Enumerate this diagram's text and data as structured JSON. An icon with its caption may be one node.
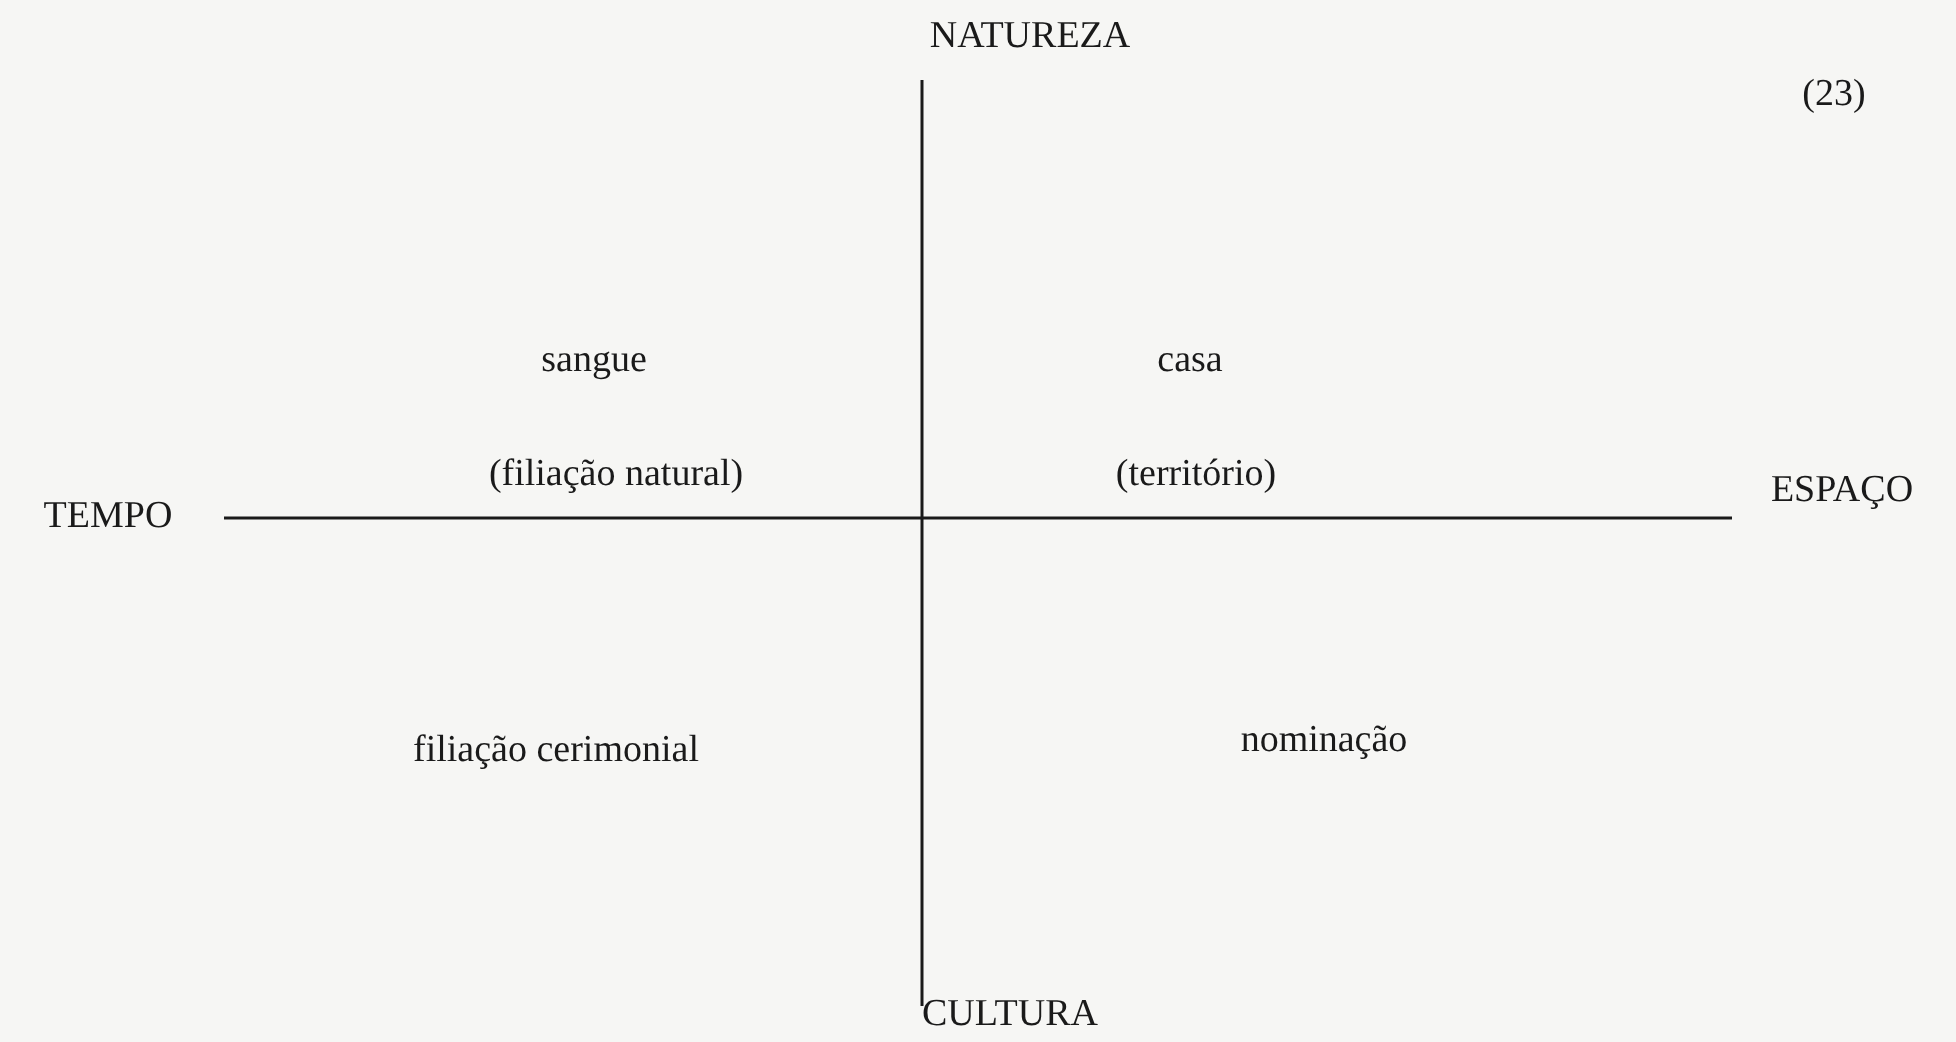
{
  "diagram": {
    "labels": [
      "NATUREZA",
      "(23)",
      "sangue",
      "casa",
      "(filiação natural)",
      "(território)",
      "TEMPO",
      "ESPAÇO",
      "filiação cerimonial",
      "nominação",
      "CULTURA"
    ]
  }
}
